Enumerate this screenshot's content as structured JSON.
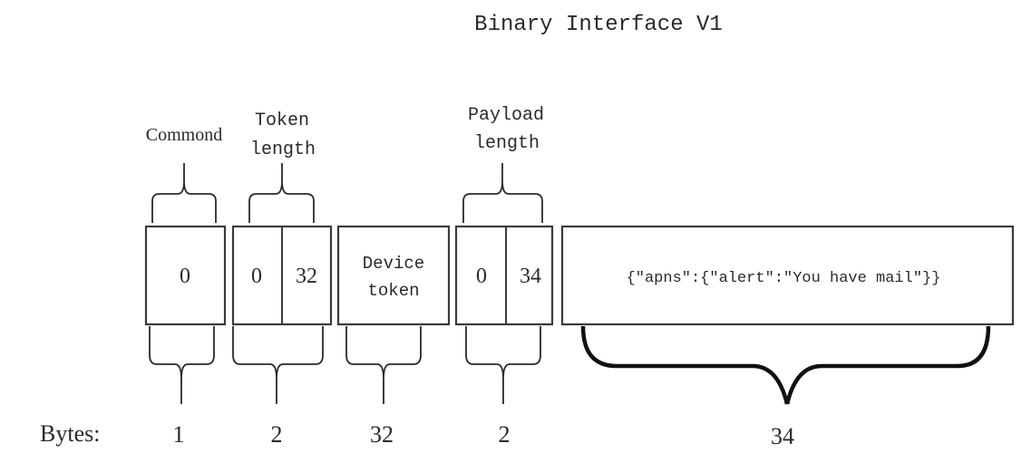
{
  "title": "Binary Interface V1",
  "bytes_label": "Bytes:",
  "fields": [
    {
      "id": "command",
      "top_label": [
        "Commond"
      ],
      "cells": [
        "0"
      ],
      "bytes": "1"
    },
    {
      "id": "token-length",
      "top_label": [
        "Token",
        "length"
      ],
      "cells": [
        "0",
        "32"
      ],
      "bytes": "2"
    },
    {
      "id": "device-token",
      "top_label": [],
      "cells_multiline": [
        "Device",
        "token"
      ],
      "bytes": "32"
    },
    {
      "id": "payload-length",
      "top_label": [
        "Payload",
        "length"
      ],
      "cells": [
        "0",
        "34"
      ],
      "bytes": "2"
    },
    {
      "id": "payload",
      "top_label": [],
      "cells": [
        "{\"apns\":{\"alert\":\"You have mail\"}}"
      ],
      "bytes": "34"
    }
  ]
}
